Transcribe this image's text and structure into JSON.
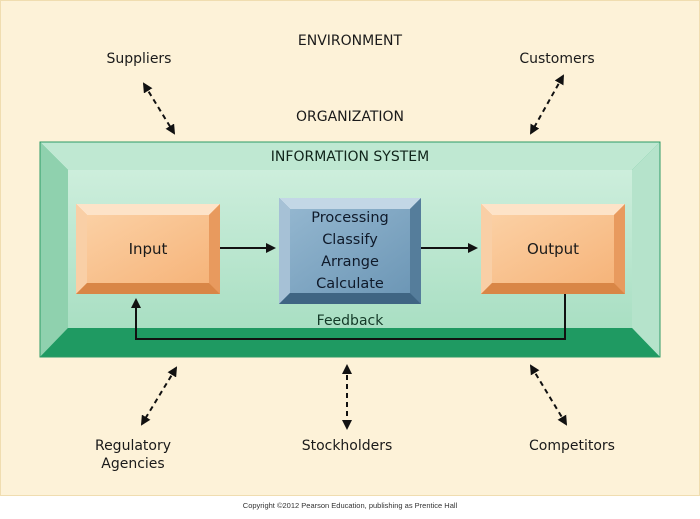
{
  "labels": {
    "environment": "ENVIRONMENT",
    "organization": "ORGANIZATION",
    "information_system": "INFORMATION SYSTEM",
    "suppliers": "Suppliers",
    "customers": "Customers",
    "regulatory_agencies": "Regulatory Agencies",
    "stockholders": "Stockholders",
    "competitors": "Competitors",
    "input": "Input",
    "output": "Output",
    "feedback": "Feedback"
  },
  "processing": [
    "Processing",
    "Classify",
    "Arrange",
    "Calculate"
  ],
  "copyright": "Copyright ©2012 Pearson Education, publishing as Prentice Hall",
  "colors": {
    "background": "#fdf2d8",
    "system_green": "#3fb27a",
    "io_orange": "#f8b880",
    "processing_blue": "#7fa6c2"
  }
}
